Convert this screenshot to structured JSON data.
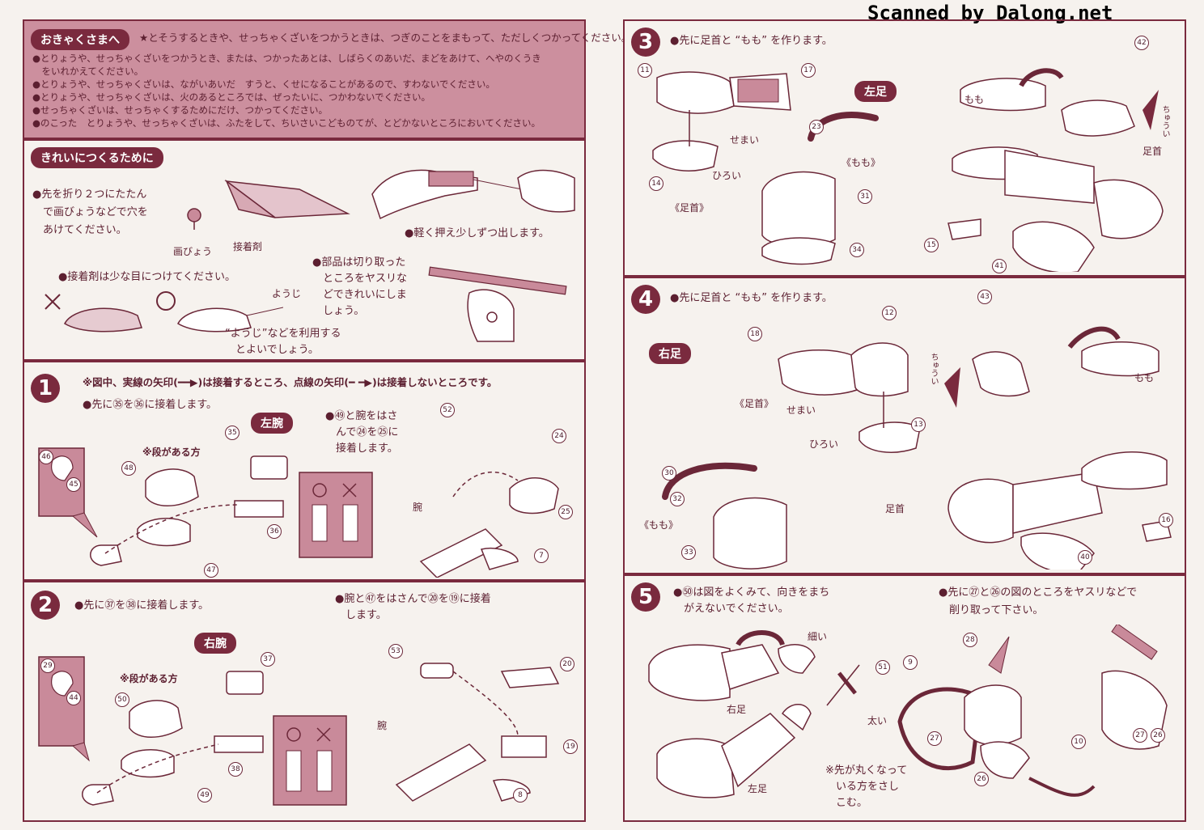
{
  "watermark": "Scanned by Dalong.net",
  "notice": {
    "title": "おきゃくさまへ",
    "lead": "★とそうするときや、せっちゃくざいをつかうときは、つぎのことをまもって、ただしくつかってください。",
    "lines": [
      "●とりょうや、せっちゃくざいをつかうとき、または、つかったあとは、しばらくのあいだ、まどをあけて、へやのくうき",
      "　をいれかえてください。",
      "●とりょうや、せっちゃくざいは、ながいあいだ　すうと、くせになることがあるので、すわないでください。",
      "●とりょうや、せっちゃくざいは、火のあるところでは、ぜったいに、つかわないでください。",
      "●せっちゃくざいは、せっちゃくするためにだけ、つかってください。",
      "●のこった　とりょうや、せっちゃくざいは、ふたをして、ちいさいこどものてが、とどかないところにおいてください。"
    ]
  },
  "tips": {
    "title": "きれいにつくるために",
    "t1": [
      "●先を折り２つにたたん",
      "　で画びょうなどで穴を",
      "　あけてください。"
    ],
    "pin_label": "画びょう",
    "glue_label": "接着剤",
    "t2": "●軽く押え少しずつ出します。",
    "t3": "●接着剤は少な目につけてください。",
    "toothpick": "ようじ",
    "t4": [
      "“ようじ”などを利用する",
      "　とよいでしょう。"
    ],
    "t5": [
      "●部品は切り取った",
      "　ところをヤスリな",
      "　どできれいにしま",
      "　しょう。"
    ]
  },
  "step1": {
    "num": "1",
    "note": "※図中、実線の矢印(━━▶)は接着するところ、点線の矢印(━ ━▶)は接着しないところです。",
    "a": "●先に㉟を㊱に接着します。",
    "b": [
      "●㊾と腕をはさ",
      "　んで㉔を㉕に",
      "　接着します。"
    ],
    "tag": "左腕",
    "step_side": "※段がある方",
    "arm": "腕",
    "nums": [
      "46",
      "45",
      "48",
      "35",
      "36",
      "47",
      "52",
      "24",
      "25",
      "7"
    ]
  },
  "step2": {
    "num": "2",
    "a": "●先に㊲を㊳に接着します。",
    "b": [
      "●腕と㊼をはさんで⑳を⑲に接着",
      "　します。"
    ],
    "tag": "右腕",
    "step_side": "※段がある方",
    "arm": "腕",
    "nums": [
      "29",
      "44",
      "50",
      "37",
      "38",
      "49",
      "53",
      "20",
      "19",
      "8"
    ]
  },
  "step3": {
    "num": "3",
    "a": "●先に足首と “もも” を作ります。",
    "tag": "左足",
    "narrow": "せまい",
    "wide": "ひろい",
    "ankle": "《足首》",
    "thigh": "《もも》",
    "thigh2": "もも",
    "ankle2": "足首",
    "caution": "ちゅうい",
    "nums": [
      "11",
      "17",
      "14",
      "23",
      "31",
      "34",
      "42",
      "15",
      "41"
    ]
  },
  "step4": {
    "num": "4",
    "a": "●先に足首と “もも” を作ります。",
    "tag": "右足",
    "narrow": "せまい",
    "wide": "ひろい",
    "ankle": "《足首》",
    "thigh": "《もも》",
    "thigh2": "もも",
    "ankle2": "足首",
    "caution": "ちゅうい",
    "nums": [
      "18",
      "12",
      "13",
      "43",
      "30",
      "32",
      "33",
      "16",
      "40"
    ]
  },
  "step5": {
    "num": "5",
    "a": [
      "●㊿は図をよくみて、向きをまち",
      "　がえないでください。"
    ],
    "b": [
      "●先に㉗と㉖の図のところをヤスリなどで",
      "　削り取って下さい。"
    ],
    "thin": "細い",
    "thick": "太い",
    "right_leg": "右足",
    "left_leg": "左足",
    "round": [
      "※先が丸くなって",
      "　いる方をさし",
      "　こむ。"
    ],
    "nums": [
      "51",
      "9",
      "28",
      "27",
      "26",
      "10",
      "27",
      "26"
    ]
  }
}
